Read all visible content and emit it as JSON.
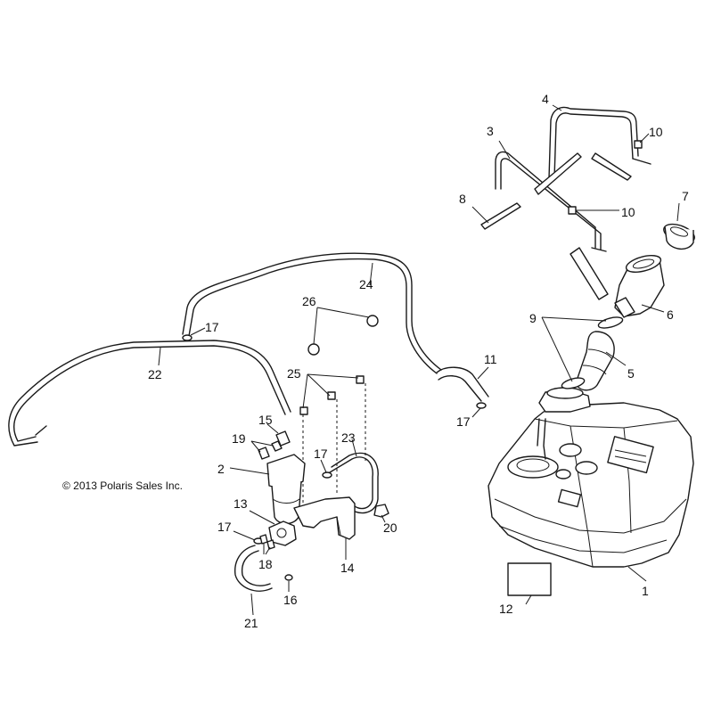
{
  "copyright": "© 2013 Polaris Sales Inc.",
  "callouts": {
    "c1": "1",
    "c2": "2",
    "c3": "3",
    "c4": "4",
    "c5": "5",
    "c6": "6",
    "c7": "7",
    "c8": "8",
    "c9": "9",
    "c10": "10",
    "c11": "11",
    "c12": "12",
    "c13": "13",
    "c14": "14",
    "c15": "15",
    "c16": "16",
    "c17": "17",
    "c18": "18",
    "c19": "19",
    "c20": "20",
    "c21": "21",
    "c22": "22",
    "c23": "23",
    "c24": "24",
    "c25": "25",
    "c26": "26"
  }
}
